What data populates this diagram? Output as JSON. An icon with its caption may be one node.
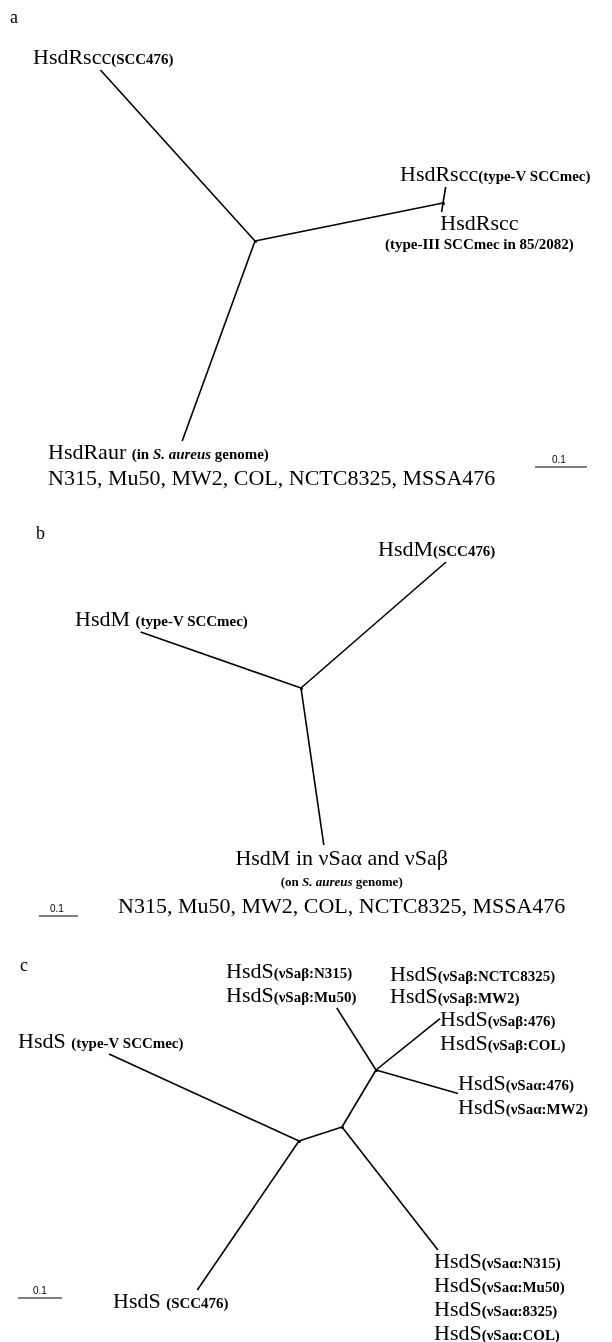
{
  "diagram": {
    "nodes": [
      {
        "text": [
          "HsdRscc**(SCC476)**"
        ]
      },
      {
        "text": [
          "HsdRscc**(type-V SCCmec)**"
        ]
      },
      {
        "text": [
          "HsdRscc",
          "(type-III SCCmec in 85/2082)"
        ]
      },
      {
        "text": [
          "HsdRaur **(in *S. aureus* genome)**",
          "N315, Mu50, MW2, COL, NCTC8325, MSSA476"
        ]
      },
      {
        "text": [],
        "shape": "point"
      },
      {
        "text": [],
        "shape": "point"
      },
      {
        "text": [
          "HsdM**(SCC476)**"
        ]
      },
      {
        "text": [
          "HsdM **(type-V SCCmec)**"
        ]
      },
      {
        "text": [
          "HsdM in νSaα and νSaβ",
          "(on *S. aureus* genome)",
          "N315, Mu50, MW2, COL, NCTC8325, MSSA476"
        ]
      },
      {
        "text": [],
        "shape": "point"
      },
      {
        "text": [
          "HsdS**(νSaβ:N315)**",
          "HsdS**(νSaβ:Mu50)**"
        ]
      },
      {
        "text": [
          "HsdS**(νSaβ:476)**",
          "HsdS**(νSaβ:COL)**"
        ]
      },
      {
        "text": [
          "HsdS **(type-V SCCmec)**"
        ]
      },
      {
        "text": [
          "HsdS**(νSaα:476)**",
          "HsdS**(νSaα:MW2)**"
        ]
      },
      {
        "text": [
          "HsdS**(νSaα:N315)**",
          "HsdS**(νSaα:Mu50)**",
          "HsdS**(νSaα:8325)**",
          "HsdS**(νSaα:COL)**"
        ]
      },
      {
        "text": [
          "HsdS **(SCC476)**"
        ]
      },
      {
        "text": [],
        "shape": "point"
      },
      {
        "text": [],
        "shape": "point"
      },
      {
        "text": [],
        "shape": "point"
      }
    ],
    "edges": [
      {
        "from": 4,
        "to": 0,
        "arrow": "none"
      },
      {
        "from": 4,
        "to": 5,
        "arrow": "none"
      },
      {
        "from": 5,
        "to": 1,
        "arrow": "none"
      },
      {
        "from": 5,
        "to": 2,
        "arrow": "none"
      },
      {
        "from": 4,
        "to": 3,
        "arrow": "none"
      },
      {
        "from": 9,
        "to": 6,
        "arrow": "none"
      },
      {
        "from": 9,
        "to": 7,
        "arrow": "none"
      },
      {
        "from": 9,
        "to": 8,
        "arrow": "none"
      },
      {
        "from": 16,
        "to": 12,
        "arrow": "none"
      },
      {
        "from": 16,
        "to": 15,
        "arrow": "none"
      },
      {
        "from": 16,
        "to": 17,
        "arrow": "none"
      },
      {
        "from": 17,
        "to": 14,
        "arrow": "none"
      },
      {
        "from": 17,
        "to": 18,
        "arrow": "none"
      },
      {
        "from": 18,
        "to": 10,
        "arrow": "none"
      },
      {
        "from": 18,
        "to": 11,
        "arrow": "none"
      },
      {
        "from": 18,
        "to": 13,
        "arrow": "none"
      }
    ],
    "labels": [
      "a",
      "0.1",
      "b",
      "0.1",
      "c",
      "HsdS**(νSaβ:NCTC8325)**",
      "HsdS**(νSaβ:MW2)**",
      "0.1"
    ]
  }
}
